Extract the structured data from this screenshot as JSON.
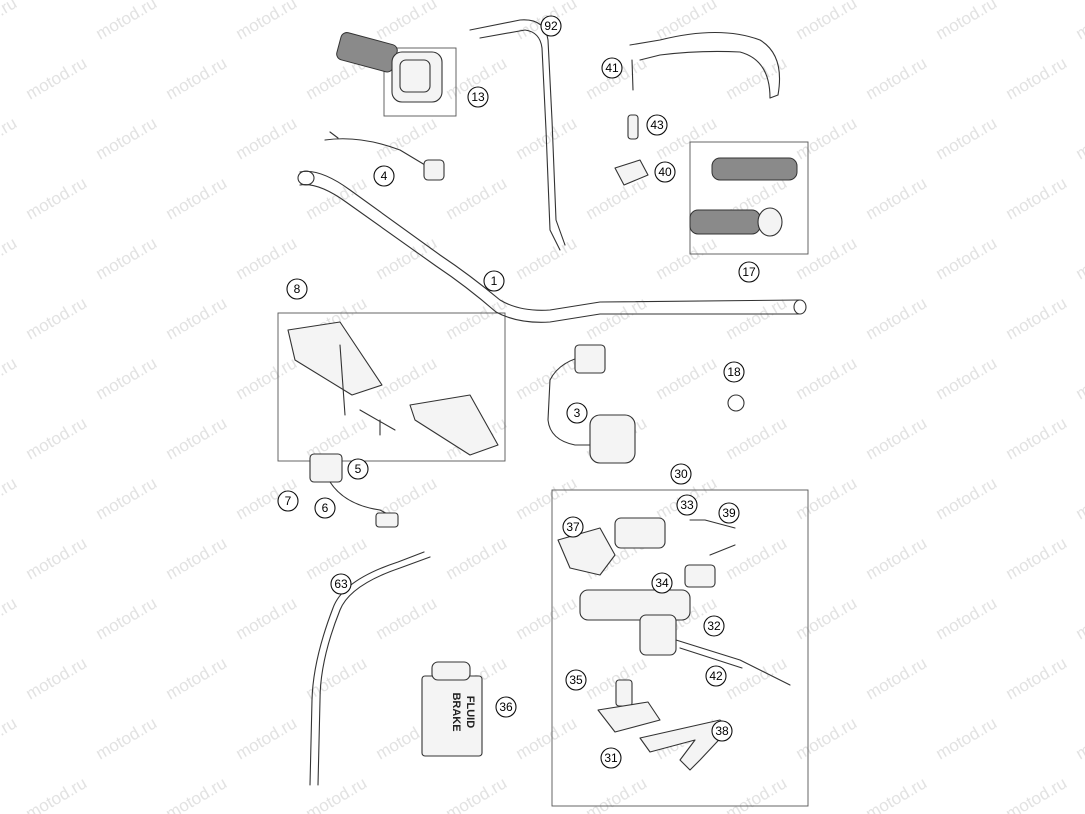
{
  "watermark": "motod.ru",
  "part_numbers": [
    "92",
    "13",
    "41",
    "43",
    "4",
    "40",
    "17",
    "1",
    "8",
    "18",
    "3",
    "5",
    "30",
    "7",
    "6",
    "33",
    "39",
    "37",
    "34",
    "63",
    "32",
    "35",
    "42",
    "36",
    "38",
    "31"
  ],
  "bottle_label": [
    "BRAKE",
    "FLUID"
  ]
}
